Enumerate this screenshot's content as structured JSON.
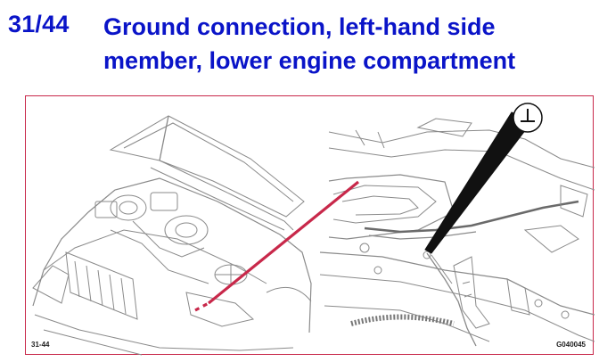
{
  "header": {
    "number": "31/44",
    "title_line1": "Ground connection, left-hand side",
    "title_line2": "member, lower engine compartment"
  },
  "figure": {
    "left_code": "31-44",
    "right_code": "G040045"
  },
  "icons": {
    "ground": "ground-symbol-icon"
  },
  "colors": {
    "title": "#0a14c8",
    "frame": "#c8284a",
    "leader": "#c8284a"
  }
}
